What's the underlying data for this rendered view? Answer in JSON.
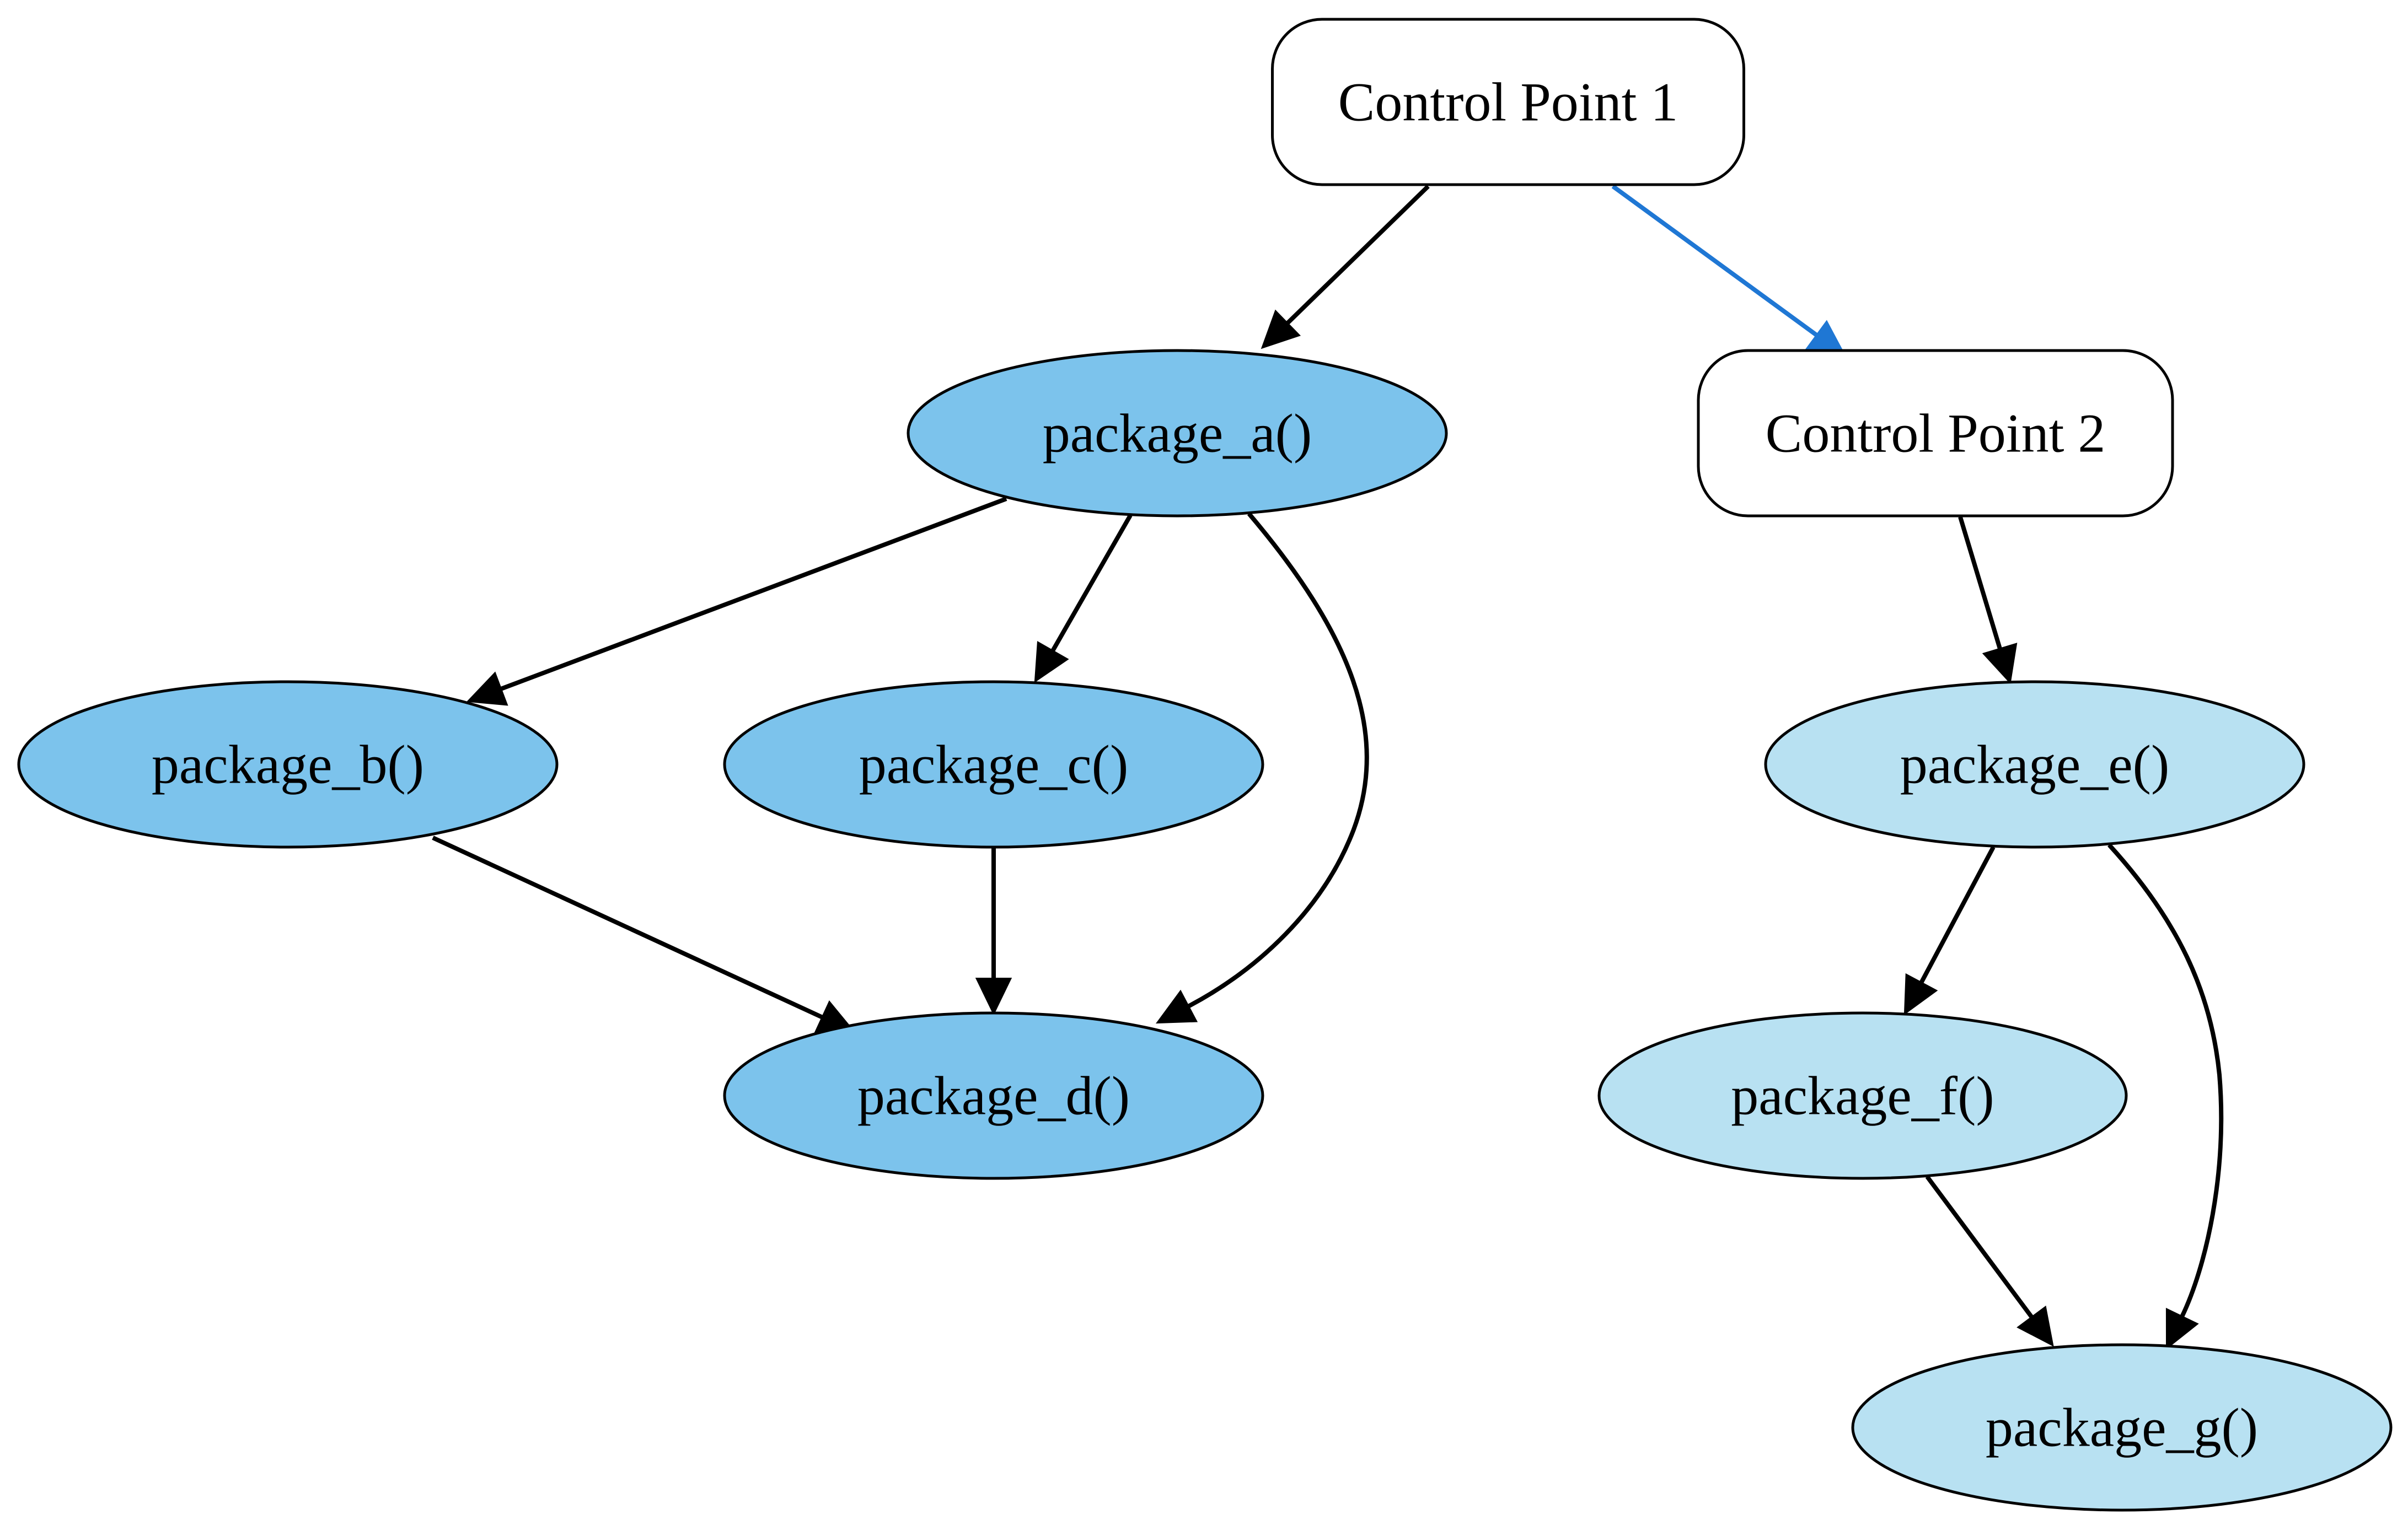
{
  "diagram": {
    "colors": {
      "control_fill": "#ffffff",
      "group1_fill": "#7cc3ec",
      "group2_fill": "#b8e1f2",
      "edge_default": "#000000",
      "edge_highlight": "#1f77d4",
      "outline": "#000000",
      "text": "#000000"
    },
    "nodes": [
      {
        "id": "cp1",
        "label": "Control Point 1",
        "shape": "rounded-rectangle",
        "group": "control"
      },
      {
        "id": "cp2",
        "label": "Control Point 2",
        "shape": "rounded-rectangle",
        "group": "control"
      },
      {
        "id": "a",
        "label": "package_a()",
        "shape": "ellipse",
        "group": "group1"
      },
      {
        "id": "b",
        "label": "package_b()",
        "shape": "ellipse",
        "group": "group1"
      },
      {
        "id": "c",
        "label": "package_c()",
        "shape": "ellipse",
        "group": "group1"
      },
      {
        "id": "d",
        "label": "package_d()",
        "shape": "ellipse",
        "group": "group1"
      },
      {
        "id": "e",
        "label": "package_e()",
        "shape": "ellipse",
        "group": "group2"
      },
      {
        "id": "f",
        "label": "package_f()",
        "shape": "ellipse",
        "group": "group2"
      },
      {
        "id": "g",
        "label": "package_g()",
        "shape": "ellipse",
        "group": "group2"
      }
    ],
    "edges": [
      {
        "from": "cp1",
        "to": "a",
        "highlight": false
      },
      {
        "from": "cp1",
        "to": "cp2",
        "highlight": true
      },
      {
        "from": "a",
        "to": "b",
        "highlight": false
      },
      {
        "from": "a",
        "to": "c",
        "highlight": false
      },
      {
        "from": "a",
        "to": "d",
        "highlight": false
      },
      {
        "from": "b",
        "to": "d",
        "highlight": false
      },
      {
        "from": "c",
        "to": "d",
        "highlight": false
      },
      {
        "from": "cp2",
        "to": "e",
        "highlight": false
      },
      {
        "from": "e",
        "to": "f",
        "highlight": false
      },
      {
        "from": "e",
        "to": "g",
        "highlight": false
      },
      {
        "from": "f",
        "to": "g",
        "highlight": false
      }
    ]
  }
}
